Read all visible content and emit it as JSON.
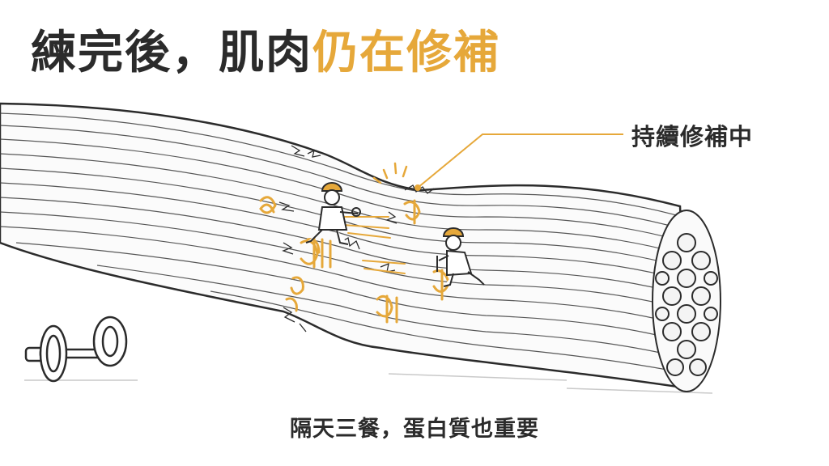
{
  "title": {
    "part1": "練完後，肌肉",
    "part2": "仍在修補"
  },
  "callout": {
    "label": "持續修補中"
  },
  "caption": "隔天三餐，蛋白質也重要",
  "icons": [
    "muscle-fiber-bundle",
    "worker-icon",
    "dumbbell-icon",
    "sparkle-icon"
  ],
  "colors": {
    "accent": "#e6a83a",
    "ink": "#2b2b2b"
  }
}
